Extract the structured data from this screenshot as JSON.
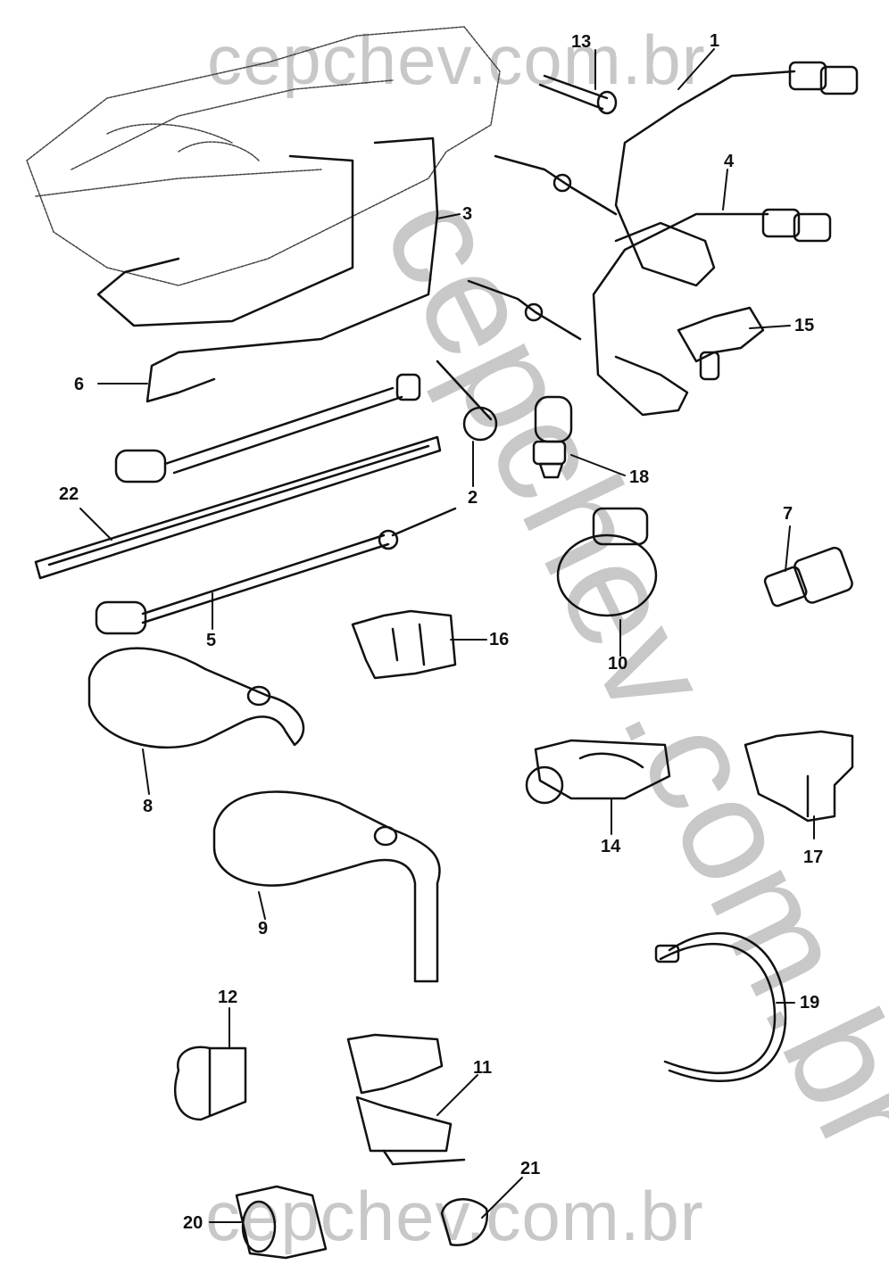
{
  "diagram": {
    "type": "exploded-parts-diagram",
    "subject": "fuel lines, hoses and clips"
  },
  "watermark": {
    "text": "cepchev.com.br",
    "diagonal_text": "cepchev.com.br",
    "color": "#c8c8c8"
  },
  "callouts": [
    {
      "id": "1",
      "label": "1"
    },
    {
      "id": "2",
      "label": "2"
    },
    {
      "id": "3",
      "label": "3"
    },
    {
      "id": "4",
      "label": "4"
    },
    {
      "id": "5",
      "label": "5"
    },
    {
      "id": "6",
      "label": "6"
    },
    {
      "id": "7",
      "label": "7"
    },
    {
      "id": "8",
      "label": "8"
    },
    {
      "id": "9",
      "label": "9"
    },
    {
      "id": "10",
      "label": "10"
    },
    {
      "id": "11",
      "label": "11"
    },
    {
      "id": "12",
      "label": "12"
    },
    {
      "id": "13",
      "label": "13"
    },
    {
      "id": "14",
      "label": "14"
    },
    {
      "id": "15",
      "label": "15"
    },
    {
      "id": "16",
      "label": "16"
    },
    {
      "id": "17",
      "label": "17"
    },
    {
      "id": "18",
      "label": "18"
    },
    {
      "id": "19",
      "label": "19"
    },
    {
      "id": "20",
      "label": "20"
    },
    {
      "id": "21",
      "label": "21"
    },
    {
      "id": "22",
      "label": "22"
    }
  ]
}
